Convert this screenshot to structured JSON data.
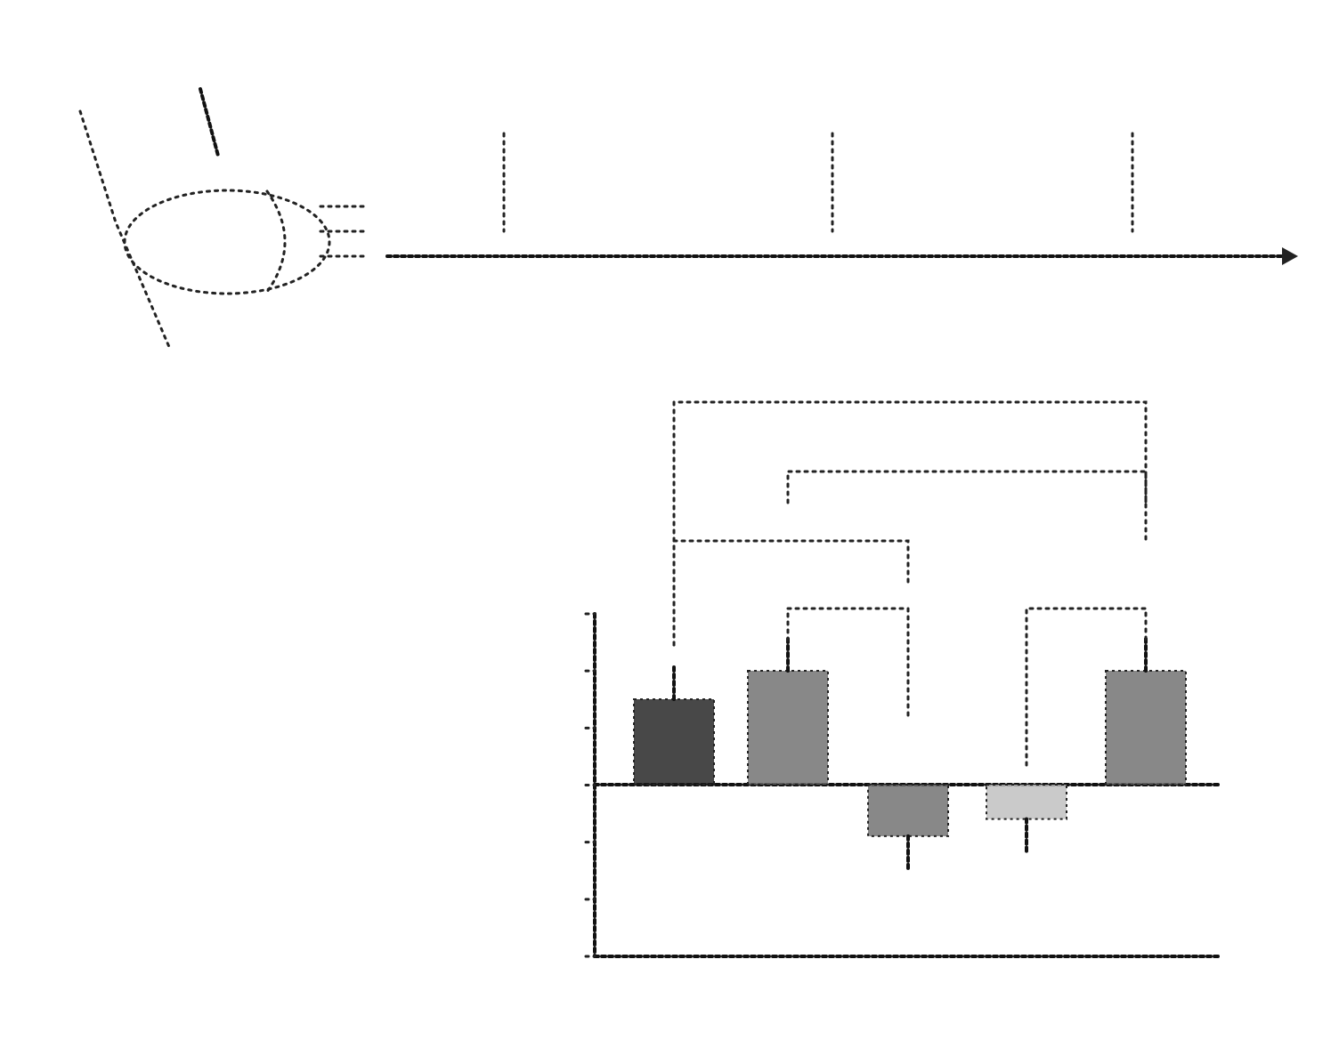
{
  "figure": {
    "panel_a": "",
    "panel_b": "",
    "eye_label": "",
    "stimulus_note": ""
  },
  "timeline": {
    "stage_labels": [
      "",
      "",
      ""
    ],
    "time_labels": [
      "",
      "",
      ""
    ],
    "axis_end_label": ""
  },
  "chart_data": {
    "type": "bar",
    "title": "",
    "ylabel": "",
    "yticks": [
      "",
      "",
      "",
      "",
      "",
      "",
      ""
    ],
    "categories": [
      "",
      "",
      "",
      "",
      ""
    ],
    "values": [
      0.45,
      0.6,
      -0.3,
      -0.2,
      0.6
    ],
    "significance": [
      "",
      "",
      "",
      "",
      ""
    ],
    "colors": {
      "dark": "#1a1a1a",
      "medium": "#6a6a6a",
      "light": "#bdbdbd"
    }
  }
}
